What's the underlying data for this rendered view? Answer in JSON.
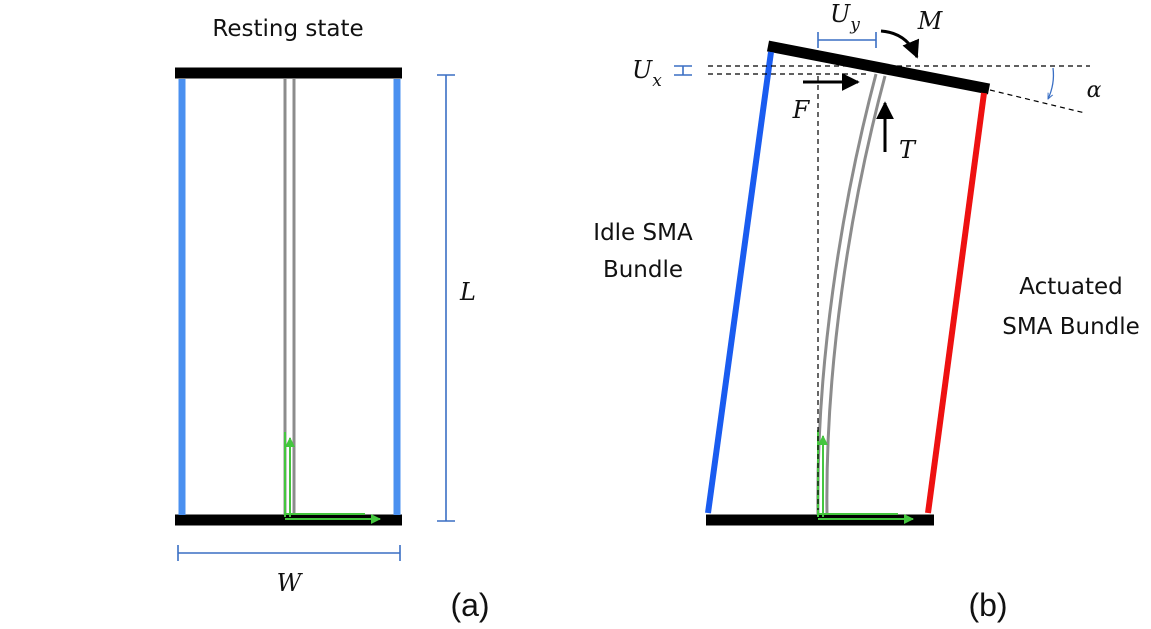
{
  "panel_a": {
    "title": "Resting state",
    "length_label": "L",
    "width_label": "W",
    "caption": "(a)"
  },
  "panel_b": {
    "label_ux": "U",
    "label_ux_sub": "x",
    "label_uy": "U",
    "label_uy_sub": "y",
    "label_m": "M",
    "label_alpha": "α",
    "label_f": "F",
    "label_t": "T",
    "idle_line1": "Idle SMA",
    "idle_line2": "Bundle",
    "actuated_line1": "Actuated",
    "actuated_line2": "SMA Bundle",
    "caption": "(b)"
  },
  "colors": {
    "plate": "#000000",
    "sma_resting": "#4a90f0",
    "sma_idle": "#1a5cf0",
    "sma_actuated": "#ee1111",
    "backbone": "#8c8c8c",
    "axis_arrows": "#44c63e",
    "dimension": "#3a6fc4"
  }
}
